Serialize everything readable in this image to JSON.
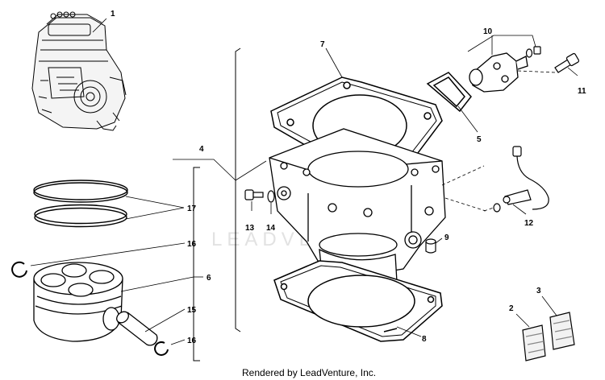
{
  "callouts": {
    "p1": "1",
    "p2": "2",
    "p3": "3",
    "p4": "4",
    "p5": "5",
    "p6": "6",
    "p7": "7",
    "p8": "8",
    "p9": "9",
    "p10": "10",
    "p11": "11",
    "p12": "12",
    "p13": "13",
    "p14": "14",
    "p15": "15",
    "p16a": "16",
    "p16b": "16",
    "p17": "17"
  },
  "watermark": "LEADVENTURE",
  "footer": "Rendered by LeadVenture, Inc."
}
